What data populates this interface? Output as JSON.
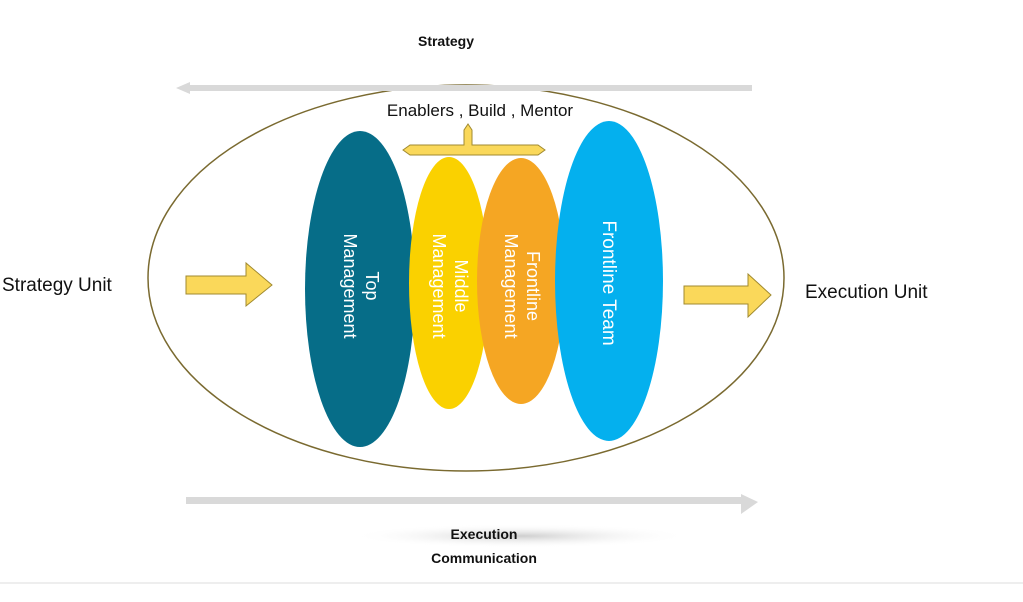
{
  "diagram": {
    "top_label": "Strategy",
    "enablers_label": "Enablers , Build , Mentor",
    "left_label": "Strategy Unit",
    "right_label": "Execution Unit",
    "bottom_label_line1": "Execution",
    "bottom_label_line2": "Communication",
    "layers": [
      {
        "line1": "Top",
        "line2": "Management",
        "color": "#066d88"
      },
      {
        "line1": "Middle",
        "line2": "Management",
        "color": "#fad100"
      },
      {
        "line1": "Frontline",
        "line2": "Management",
        "color": "#f5a623"
      },
      {
        "line1": "Frontline Team",
        "line2": "",
        "color": "#04b0ee"
      }
    ],
    "colors": {
      "outer_ellipse_stroke": "#7a6a30",
      "arrow_fill": "#fad85a",
      "arrow_stroke": "#a08a30",
      "flow_arrow": "#d9d9d9"
    }
  }
}
